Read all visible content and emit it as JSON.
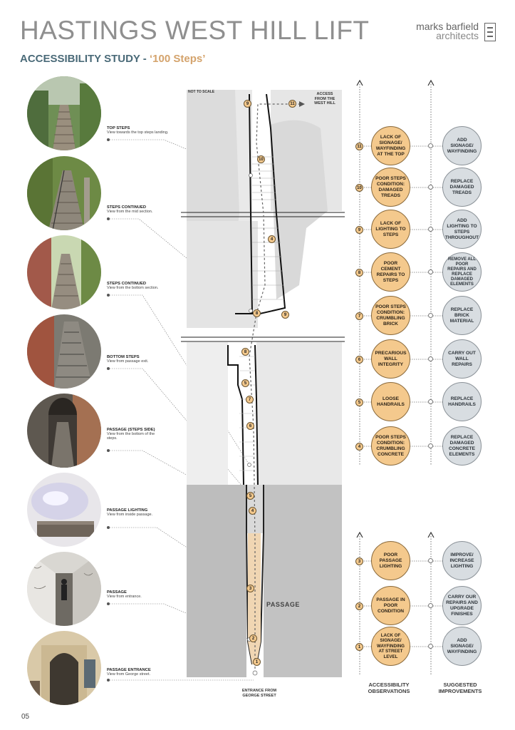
{
  "title": "HASTINGS WEST HILL LIFT",
  "subtitle": {
    "main": "ACCESSIBILITY STUDY - ",
    "highlight": "‘100 Steps’"
  },
  "logo": {
    "line1": "marks barfield",
    "line2": "architects"
  },
  "map": {
    "not_to_scale": "NOT TO SCALE",
    "access_top": "ACCESS FROM THE WEST HILL",
    "entrance_bottom": "ENTRANCE FROM GEORGE STREET",
    "passage": "PASSAGE"
  },
  "photos": [
    {
      "title": "TOP STEPS",
      "desc": "View towards the top steps landing."
    },
    {
      "title": "STEPS CONTINUED",
      "desc": "View from the mid section."
    },
    {
      "title": "STEPS CONTINUED",
      "desc": "View from the bottom section."
    },
    {
      "title": "BOTTOM STEPS",
      "desc": "View from passage exit."
    },
    {
      "title": "PASSAGE (STEPS SIDE)",
      "desc": "View from the bottom of the steps."
    },
    {
      "title": "PASSAGE LIGHTING",
      "desc": "View from inside passage."
    },
    {
      "title": "PASSAGE",
      "desc": "View from entrance."
    },
    {
      "title": "PASSAGE ENTRANCE",
      "desc": "View from George street."
    }
  ],
  "observations": [
    {
      "num": "11",
      "text": "LACK OF SIGNAGE/ WAYFINDING AT THE TOP",
      "improvement": "ADD SIGNAGE/ WAYFINDING"
    },
    {
      "num": "10",
      "text": "POOR STEPS CONDITION: DAMAGED TREADS",
      "improvement": "REPLACE DAMAGED TREADS"
    },
    {
      "num": "9",
      "text": "LACK OF LIGHTING TO STEPS",
      "improvement": "ADD LIGHTING TO STEPS THROUGHOUT"
    },
    {
      "num": "8",
      "text": "POOR CEMENT REPAIRS TO STEPS",
      "improvement": "REMOVE ALL POOR REPAIRS AND REPLACE DAMAGED ELEMENTS"
    },
    {
      "num": "7",
      "text": "POOR STEPS CONDITION: CRUMBLING BRICK",
      "improvement": "REPLACE BRICK MATERIAL"
    },
    {
      "num": "6",
      "text": "PRECARIOUS WALL INTEGRITY",
      "improvement": "CARRY OUT WALL REPAIRS"
    },
    {
      "num": "5",
      "text": "LOOSE HANDRAILS",
      "improvement": "REPLACE HANDRAILS"
    },
    {
      "num": "4",
      "text": "POOR STEPS CONDITION: CRUMBLING CONCRETE",
      "improvement": "REPLACE DAMAGED CONCRETE ELEMENTS"
    },
    {
      "num": "3",
      "text": "POOR PASSAGE LIGHTING",
      "improvement": "IMPROVE/ INCREASE LIGHTING"
    },
    {
      "num": "2",
      "text": "PASSAGE IN POOR CONDITION",
      "improvement": "CARRY OUR REPAIRS AND UPGRADE FINISHES"
    },
    {
      "num": "1",
      "text": "LACK OF SIGNAGE/ WAYFINDING AT STREET LEVEL",
      "improvement": "ADD SIGNAGE/ WAYFINDING"
    }
  ],
  "column_labels": {
    "observations": "ACCESSIBILITY OBSERVATIONS",
    "improvements": "SUGGESTED IMPROVEMENTS"
  },
  "map_markers": [
    "9",
    "11",
    "10",
    "4",
    "8",
    "9",
    "8",
    "5",
    "7",
    "6",
    "5",
    "4",
    "3",
    "2",
    "1"
  ],
  "page_number": "05"
}
